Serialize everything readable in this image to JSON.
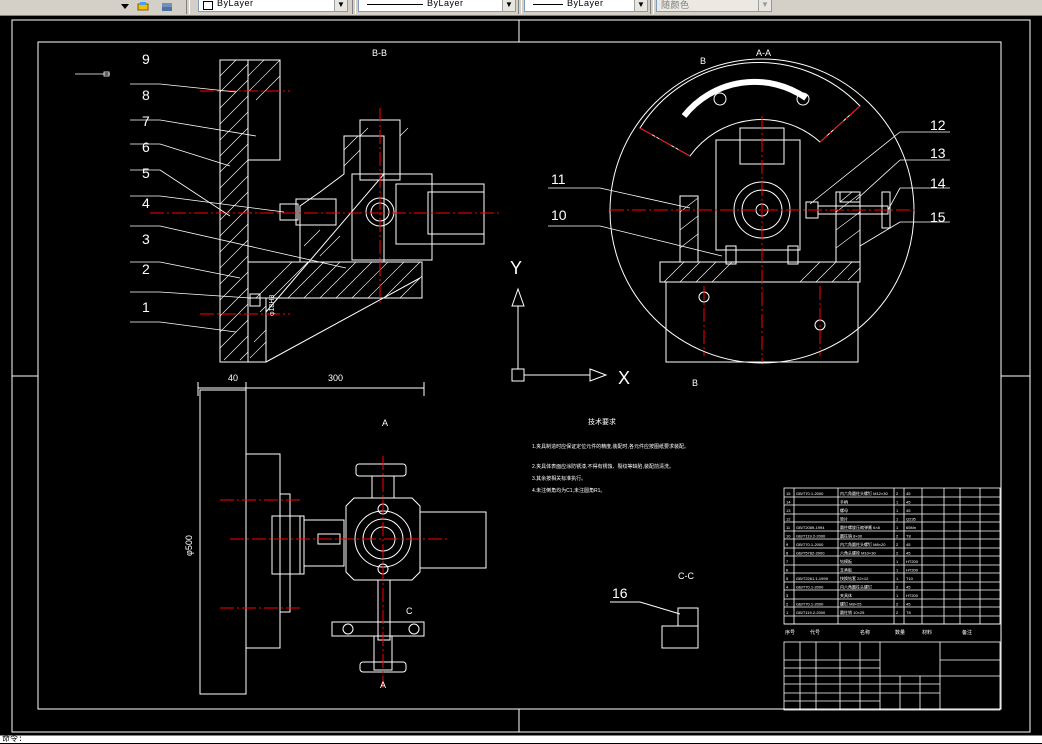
{
  "toolbar": {
    "linetype_value": "ByLayer",
    "lineweight_value": "ByLayer",
    "lineweight2_value": "ByLayer",
    "color_value": "随颜色"
  },
  "drawing": {
    "section_bb": "B-B",
    "section_aa": "A-A",
    "section_cc": "C-C",
    "callouts_left": [
      "9",
      "8",
      "7",
      "6",
      "5",
      "4",
      "3",
      "2",
      "1"
    ],
    "callouts_right": [
      "12",
      "13",
      "14",
      "15"
    ],
    "callouts_mid": [
      "11",
      "10"
    ],
    "callout_16": "16",
    "dim_40": "40",
    "dim_300": "300",
    "dim_500": "φ500",
    "dim_small": "φ18H8",
    "axis_x": "X",
    "axis_y": "Y",
    "view_a_top": "A",
    "view_a_bottom": "A",
    "view_b": "B",
    "view_b2": "B",
    "view_c": "C",
    "notes_title": "技术要求",
    "notes": [
      "1.夹具制造时应保证定位元件的精度,装配时,各元件应按图纸要求装配。",
      "2.夹具体表面应涂防锈漆,不得有锈蚀、裂纹等缺陷,装配前清洗。",
      "3.其余按相关标准执行。",
      "4.未注倒角均为C1,未注圆角R1。"
    ],
    "bom_rows": [
      [
        "15",
        "GB/T70.1-2000",
        "内六角圆柱头螺钉 M12×30",
        "2",
        "45",
        ""
      ],
      [
        "14",
        "",
        "手柄",
        "1",
        "45",
        ""
      ],
      [
        "13",
        "",
        "螺母",
        "1",
        "45",
        ""
      ],
      [
        "12",
        "",
        "垫片",
        "1",
        "Q235",
        ""
      ],
      [
        "11",
        "GB/T2089-1994",
        "圆柱螺旋压缩弹簧 6×8",
        "1",
        "65Mn",
        ""
      ],
      [
        "10",
        "GB/T119.2-2000",
        "圆柱销 8×30",
        "2",
        "T8",
        ""
      ],
      [
        "9",
        "GB/T70.1-2000",
        "内六角圆柱头螺钉 M8×20",
        "2",
        "45",
        ""
      ],
      [
        "8",
        "GB/T5782-2000",
        "六角头螺栓 M10×30",
        "2",
        "45",
        ""
      ],
      [
        "7",
        "",
        "钻模板",
        "1",
        "HT200",
        ""
      ],
      [
        "6",
        "",
        "支承板",
        "1",
        "HT200",
        ""
      ],
      [
        "5",
        "GB/T2261.1-1999",
        "快换钻套 22×12",
        "1",
        "T10",
        ""
      ],
      [
        "4",
        "GB/T70.1-2000",
        "内六角圆柱头螺钉",
        "2",
        "45",
        ""
      ],
      [
        "3",
        "",
        "夹具体",
        "1",
        "HT200",
        ""
      ],
      [
        "2",
        "GB/T70.1-2000",
        "螺钉 M8×25",
        "2",
        "45",
        ""
      ],
      [
        "1",
        "GB/T119.2-2000",
        "圆柱销 10×25",
        "2",
        "T8",
        ""
      ]
    ],
    "bom_header": [
      "序号",
      "代号",
      "名称",
      "数量",
      "材料",
      "备注"
    ]
  },
  "cmdline": {
    "text": "命令:"
  },
  "colors": {
    "background": "#000000",
    "line_white": "#ffffff",
    "center_red": "#ff0000",
    "toolbar_bg": "#d4d0c8"
  }
}
